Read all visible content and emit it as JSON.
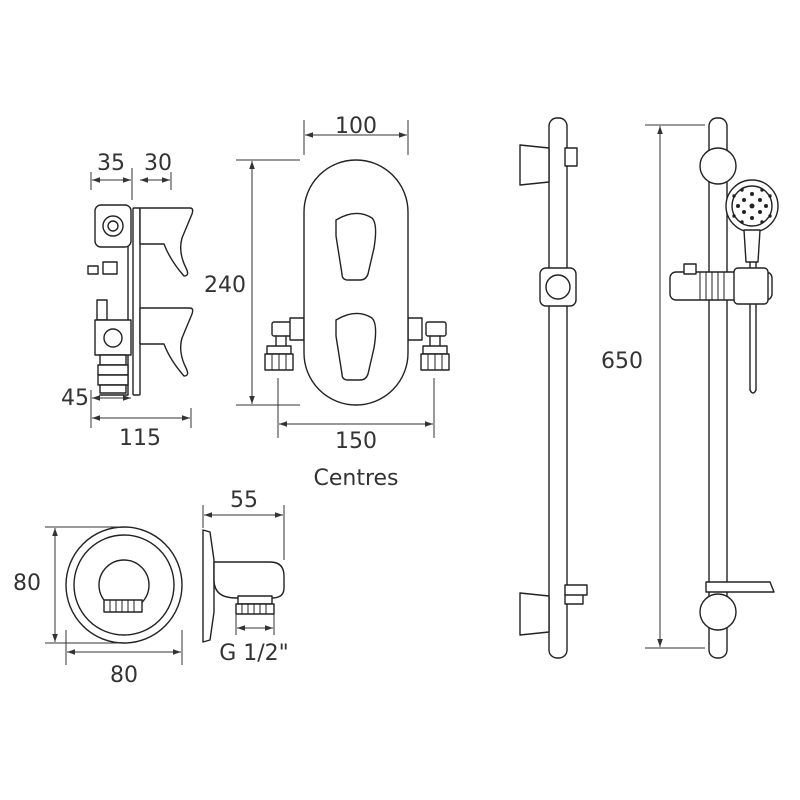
{
  "dimensions": {
    "d35": "35",
    "d30": "30",
    "d45": "45",
    "d115": "115",
    "d100": "100",
    "d240": "240",
    "d150": "150",
    "centres": "Centres",
    "d55": "55",
    "d80_height": "80",
    "d80_width": "80",
    "thread": "G 1/2\"",
    "d650": "650"
  }
}
